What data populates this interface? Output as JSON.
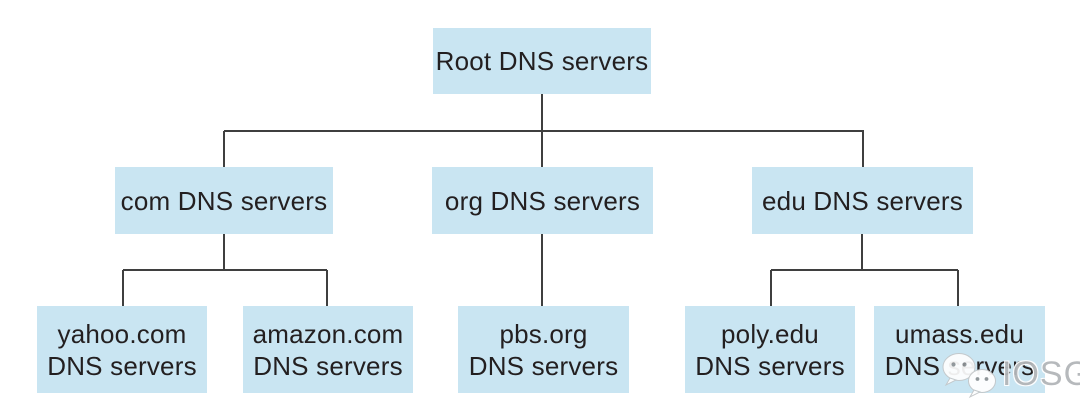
{
  "nodes": {
    "root": {
      "label": "Root DNS servers"
    },
    "tlds": [
      {
        "label": "com DNS servers"
      },
      {
        "label": "org DNS servers"
      },
      {
        "label": "edu DNS servers"
      }
    ],
    "leaves": [
      {
        "line1": "yahoo.com",
        "line2": "DNS servers"
      },
      {
        "line1": "amazon.com",
        "line2": "DNS servers"
      },
      {
        "line1": "pbs.org",
        "line2": "DNS servers"
      },
      {
        "line1": "poly.edu",
        "line2": "DNS servers"
      },
      {
        "line1": "umass.edu",
        "line2": "DNS servers"
      }
    ]
  },
  "watermark": {
    "text": "IOSG"
  },
  "colors": {
    "box_fill": "#c9e5f2",
    "line": "#3f3f3f",
    "text": "#231f20",
    "watermark_gray": "#b3b6b9"
  }
}
